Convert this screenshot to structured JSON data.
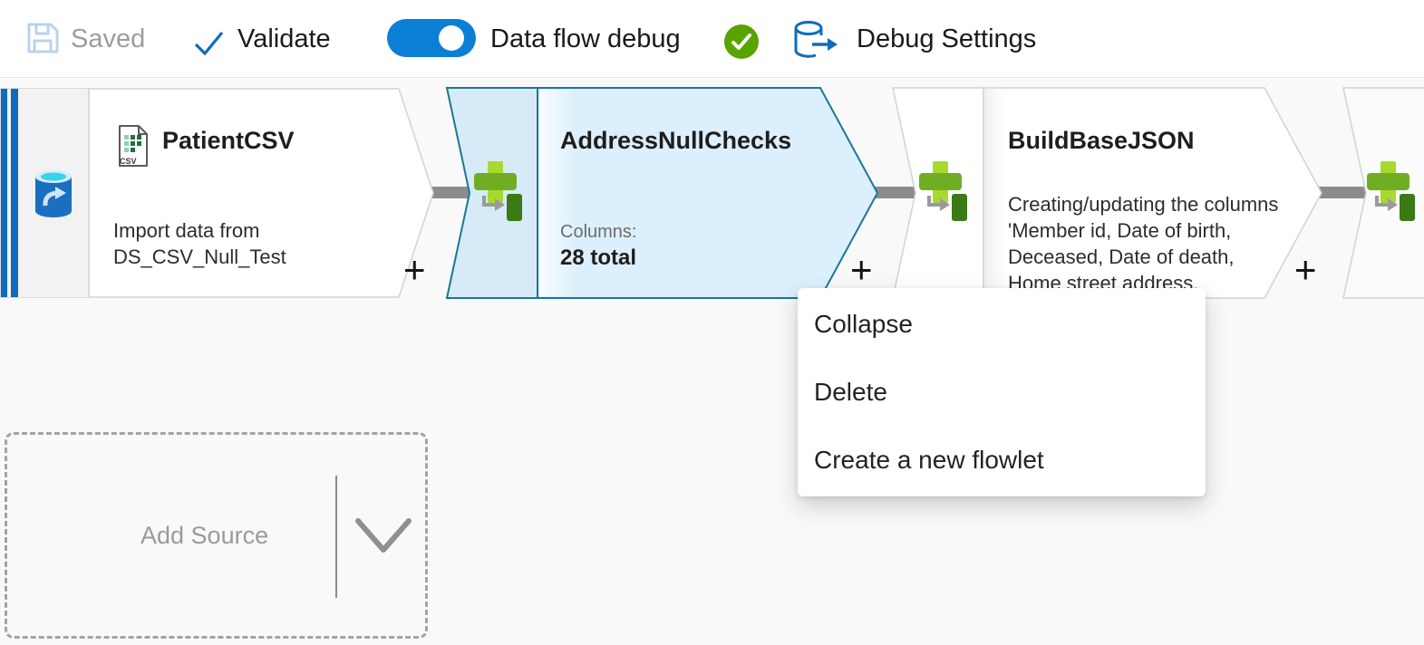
{
  "toolbar": {
    "saved_label": "Saved",
    "validate_label": "Validate",
    "data_flow_debug_label": "Data flow debug",
    "debug_toggle_state": "on",
    "debug_status": "success",
    "debug_settings_label": "Debug Settings"
  },
  "flow": {
    "nodes": [
      {
        "title": "PatientCSV",
        "description": "Import data from DS_CSV_Null_Test",
        "icon": "csv-file-icon",
        "add_label": "+"
      },
      {
        "title": "AddressNullChecks",
        "columns_label": "Columns:",
        "columns_value": "28 total",
        "icon": "derived-column-icon",
        "selected": true,
        "add_label": "+"
      },
      {
        "title": "BuildBaseJSON",
        "description": "Creating/updating the columns 'Member id, Date of birth, Deceased, Date of death, Home street address,",
        "icon": "derived-column-icon",
        "add_label": "+"
      }
    ],
    "csv_icon_label": "CSV",
    "add_source_label": "Add Source"
  },
  "context_menu": {
    "items": [
      "Collapse",
      "Delete",
      "Create a new flowlet"
    ]
  },
  "colors": {
    "accent": "#0f6cbd",
    "toggle_on": "#0b7fd6",
    "success_green": "#57a300",
    "selected_node_fill": "#dceffc",
    "selected_node_border": "#1b7795",
    "node_border": "#d2d2d2",
    "canvas_bg": "#f9f9f9",
    "connector_gray": "#8c8c8c",
    "derived_icon_green": "#6fae23",
    "derived_icon_light_green": "#a8d92f",
    "derived_icon_dark_green": "#3c7a16"
  }
}
